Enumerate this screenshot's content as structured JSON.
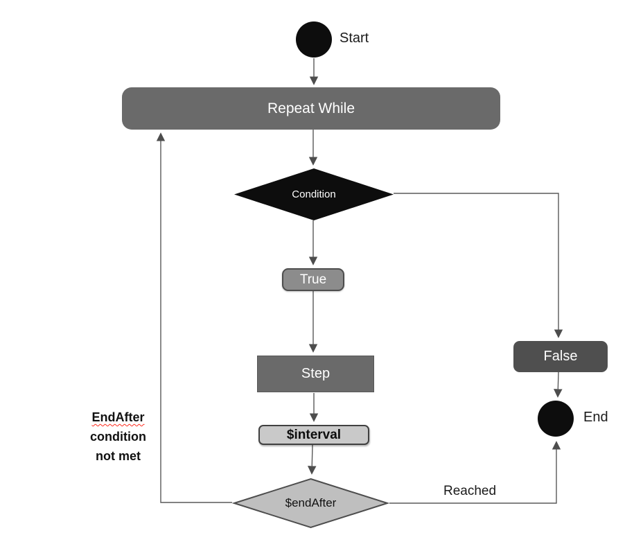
{
  "diagram": {
    "title_hint": "Repeat While loop flowchart",
    "nodes": {
      "start": {
        "label": "Start",
        "shape": "circle"
      },
      "repeat_while": {
        "label": "Repeat While",
        "shape": "rounded-rect"
      },
      "condition": {
        "label": "Condition",
        "shape": "diamond"
      },
      "true_branch": {
        "label": "True",
        "shape": "rounded-rect"
      },
      "step": {
        "label": "Step",
        "shape": "rect"
      },
      "interval": {
        "label": "$interval",
        "shape": "rounded-rect"
      },
      "end_after": {
        "label": "$endAfter",
        "shape": "diamond"
      },
      "false_branch": {
        "label": "False",
        "shape": "rounded-rect"
      },
      "end": {
        "label": "End",
        "shape": "circle"
      }
    },
    "edge_labels": {
      "reached": "Reached",
      "loop_back_lines": [
        "EndAfter",
        "condition",
        "not met"
      ]
    },
    "edges": [
      "start -> repeat_while",
      "repeat_while -> condition",
      "condition -> true_branch",
      "true_branch -> step",
      "step -> interval",
      "interval -> end_after",
      "condition -> false_branch",
      "false_branch -> end",
      "end_after -> end (Reached)",
      "end_after -> repeat_while (EndAfter condition not met)"
    ],
    "colors": {
      "node_dark_gray": "#6a6a6a",
      "node_darker_gray": "#4f4f4f",
      "node_black": "#0d0d0d",
      "node_medium_gray": "#8c8c8c",
      "node_light_gray": "#c9c9c9",
      "diamond_light_gray": "#bfbfbf",
      "connector": "#595959",
      "text_light": "#ffffff",
      "text_dark": "#1a1a1a",
      "spellcheck_underline": "#ff2a1c",
      "background": "#ffffff"
    }
  }
}
